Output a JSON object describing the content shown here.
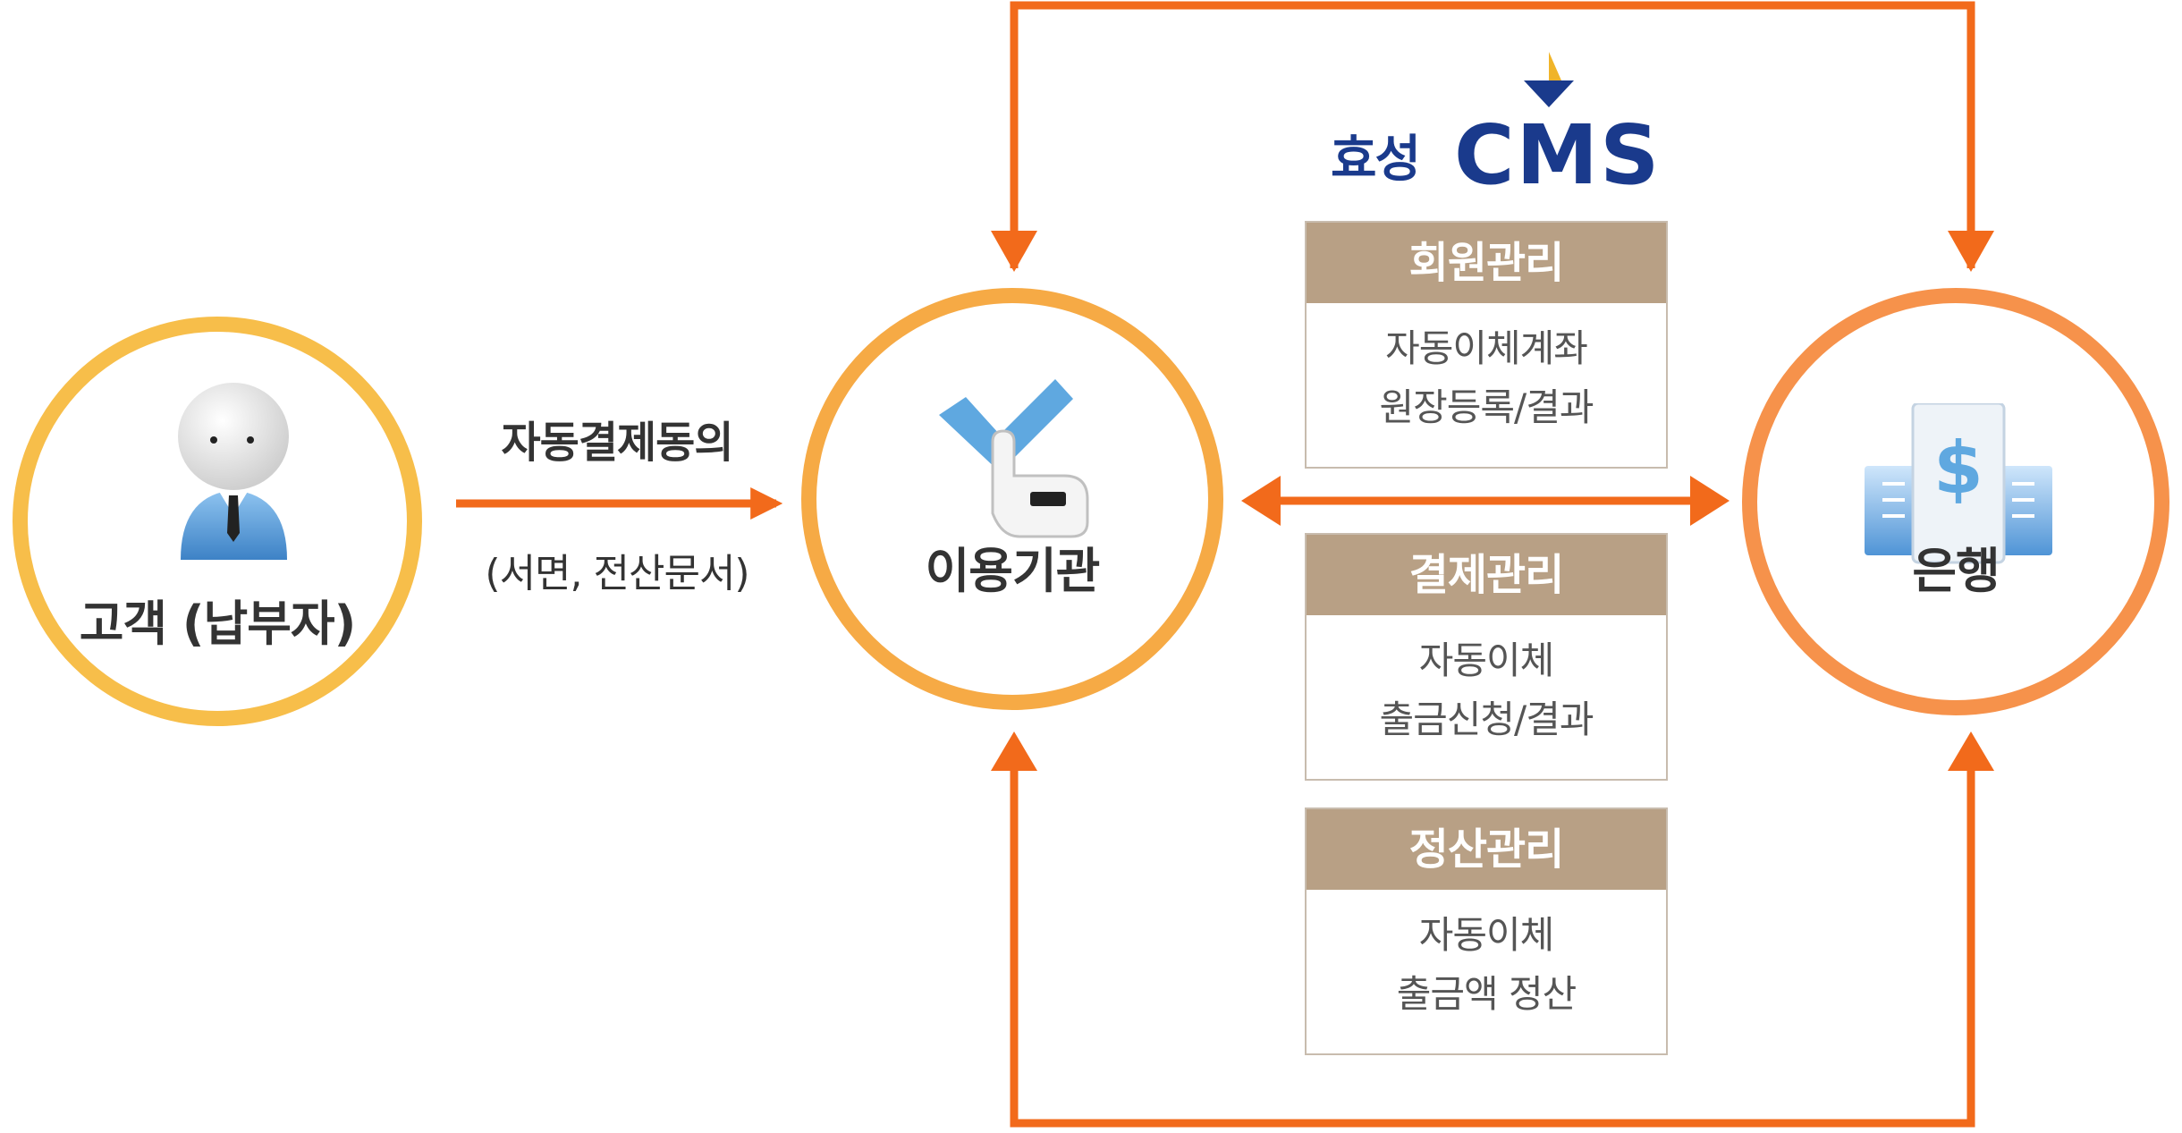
{
  "brand": {
    "korean": "효성",
    "latin": "CMS",
    "mark_colors": {
      "top": "#f0b429",
      "bottom": "#1a3a8c"
    }
  },
  "nodes": {
    "customer": {
      "label": "고객 (납부자)",
      "icon": "person-icon"
    },
    "agency": {
      "label": "이용기관",
      "icon": "check-hand-icon"
    },
    "bank": {
      "label": "은행",
      "icon": "bank-dollar-icon"
    }
  },
  "flows": {
    "consent": {
      "label": "자동결제동의",
      "sub": "(서면, 전산문서)"
    }
  },
  "services": [
    {
      "title": "회원관리",
      "lines": [
        "자동이체계좌",
        "원장등록/결과"
      ]
    },
    {
      "title": "결제관리",
      "lines": [
        "자동이체",
        "출금신청/결과"
      ]
    },
    {
      "title": "정산관리",
      "lines": [
        "자동이체",
        "출금액 정산"
      ]
    }
  ],
  "colors": {
    "arrow": "#f26a1b",
    "customer_ring": "#f7be4a",
    "agency_ring": "#f6aa45",
    "bank_ring": "#f6924b",
    "service_header": "#b8a085",
    "service_border": "#c8bcae"
  }
}
